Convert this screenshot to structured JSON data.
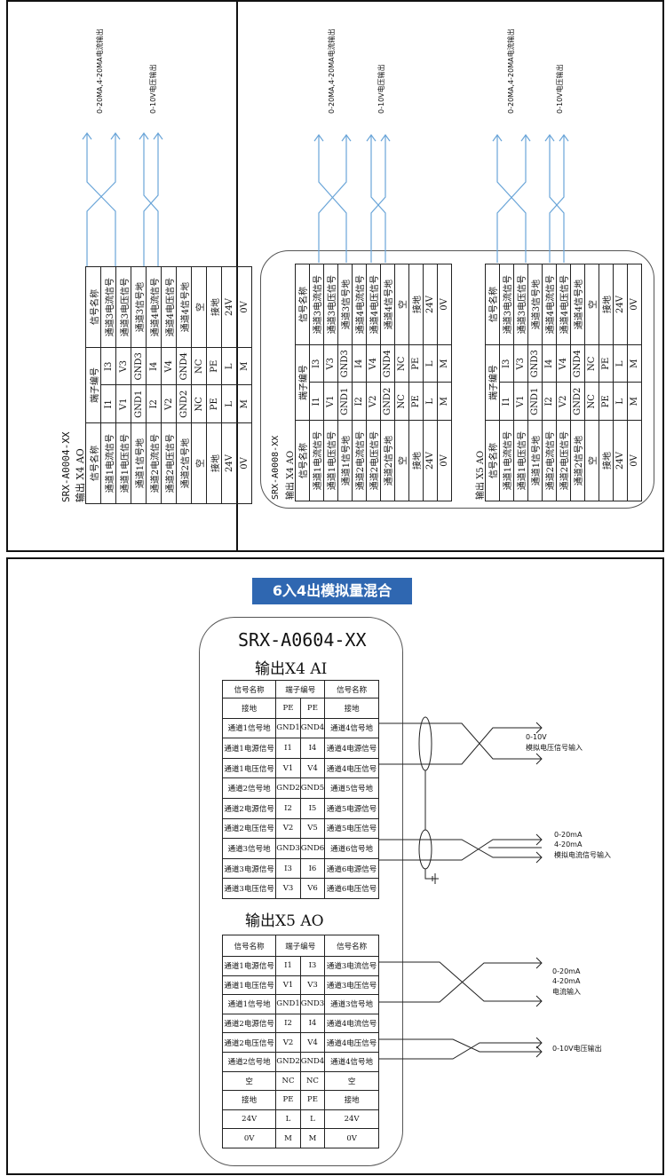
{
  "top_left": {
    "model": "SRX-A0004-XX",
    "output": "输出 X4 AO",
    "outputs": [
      "0-20MA,4-20MA电流输出",
      "0-10V电压输出"
    ],
    "header": [
      "信号名称",
      "端子编号",
      "信号名称"
    ],
    "rows": [
      [
        "通道1电流信号",
        "I1",
        "I3",
        "通道3电流信号"
      ],
      [
        "通道1电压信号",
        "V1",
        "V3",
        "通道3电压信号"
      ],
      [
        "通道1信号地",
        "GND1",
        "GND3",
        "通道3信号地"
      ],
      [
        "通道2电流信号",
        "I2",
        "I4",
        "通道4电流信号"
      ],
      [
        "通道2电压信号",
        "V2",
        "V4",
        "通道4电压信号"
      ],
      [
        "通道2信号地",
        "GND2",
        "GND4",
        "通道4信号地"
      ],
      [
        "空",
        "NC",
        "NC",
        "空"
      ],
      [
        "接地",
        "PE",
        "PE",
        "接地"
      ],
      [
        "24V",
        "L",
        "L",
        "24V"
      ],
      [
        "0V",
        "M",
        "M",
        "0V"
      ]
    ]
  },
  "top_right": {
    "model": "SRX-A0008-XX",
    "output_a": "输出 X4 AO",
    "output_b": "输出 X5 AO",
    "outputs": [
      "0-20MA,4-20MA电流输出",
      "0-10V电压输出"
    ]
  },
  "banner": "6入4出模拟量混合",
  "bottom": {
    "model": "SRX-A0604-XX",
    "ai_title": "输出X4 AI",
    "ao_title": "输出X5 AO",
    "header": [
      "信号名称",
      "端子编号",
      "信号名称"
    ],
    "ai_rows": [
      [
        "接地",
        "PE",
        "PE",
        "接地"
      ],
      [
        "通道1信号地",
        "GND1",
        "GND4",
        "通道4信号地"
      ],
      [
        "通道1电源信号",
        "I1",
        "I4",
        "通道4电源信号"
      ],
      [
        "通道1电压信号",
        "V1",
        "V4",
        "通道4电压信号"
      ],
      [
        "通道2信号地",
        "GND2",
        "GND5",
        "通道5信号地"
      ],
      [
        "通道2电源信号",
        "I2",
        "I5",
        "通道5电源信号"
      ],
      [
        "通道2电压信号",
        "V2",
        "V5",
        "通道5电压信号"
      ],
      [
        "通道3信号地",
        "GND3",
        "GND6",
        "通道6信号地"
      ],
      [
        "通道3电源信号",
        "I3",
        "I6",
        "通道6电源信号"
      ],
      [
        "通道3电压信号",
        "V3",
        "V6",
        "通道6电压信号"
      ]
    ],
    "ao_rows": [
      [
        "通道1电源信号",
        "I1",
        "I3",
        "通道3电流信号"
      ],
      [
        "通道1电压信号",
        "V1",
        "V3",
        "通道3电压信号"
      ],
      [
        "通道1信号地",
        "GND1",
        "GND3",
        "通道3信号地"
      ],
      [
        "通道2电源信号",
        "I2",
        "I4",
        "通道4电流信号"
      ],
      [
        "通道2电压信号",
        "V2",
        "V4",
        "通道4电压信号"
      ],
      [
        "通道2信号地",
        "GND2",
        "GND4",
        "通道4信号地"
      ],
      [
        "空",
        "NC",
        "NC",
        "空"
      ],
      [
        "接地",
        "PE",
        "PE",
        "接地"
      ],
      [
        "24V",
        "L",
        "L",
        "24V"
      ],
      [
        "0V",
        "M",
        "M",
        "0V"
      ]
    ],
    "labels": {
      "v_in": [
        "0-10V",
        "模拟电压信号输入"
      ],
      "i_in": [
        "0-20mA",
        "4-20mA",
        "模拟电流信号输入"
      ],
      "i_out": [
        "0-20mA",
        "4-20mA",
        "电流输入"
      ],
      "v_out": "0-10V电压输出"
    }
  }
}
